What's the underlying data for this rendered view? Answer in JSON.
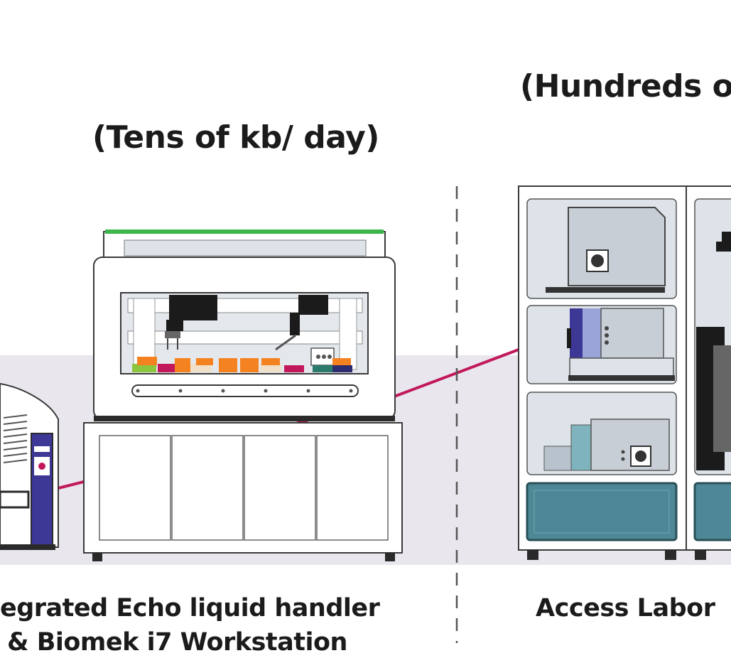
{
  "labels": {
    "throughput_left": "(Tens of kb/ day)",
    "throughput_right": "(Hundreds o",
    "caption_left_line1": "egrated Echo liquid handler",
    "caption_left_line2": "& Biomek i7 Workstation",
    "caption_right": "Access Labor"
  },
  "colors": {
    "connector_line": "#c2185b",
    "ground_band": "#e9e7ed",
    "biomek_lid_accent": "#3cb54a",
    "reader_accent": "#3d3796",
    "cabinet_panel": "#4e8897",
    "device_body": "#ffffff",
    "module_fill": "#dde3e8",
    "outline": "#3a3a3a"
  }
}
